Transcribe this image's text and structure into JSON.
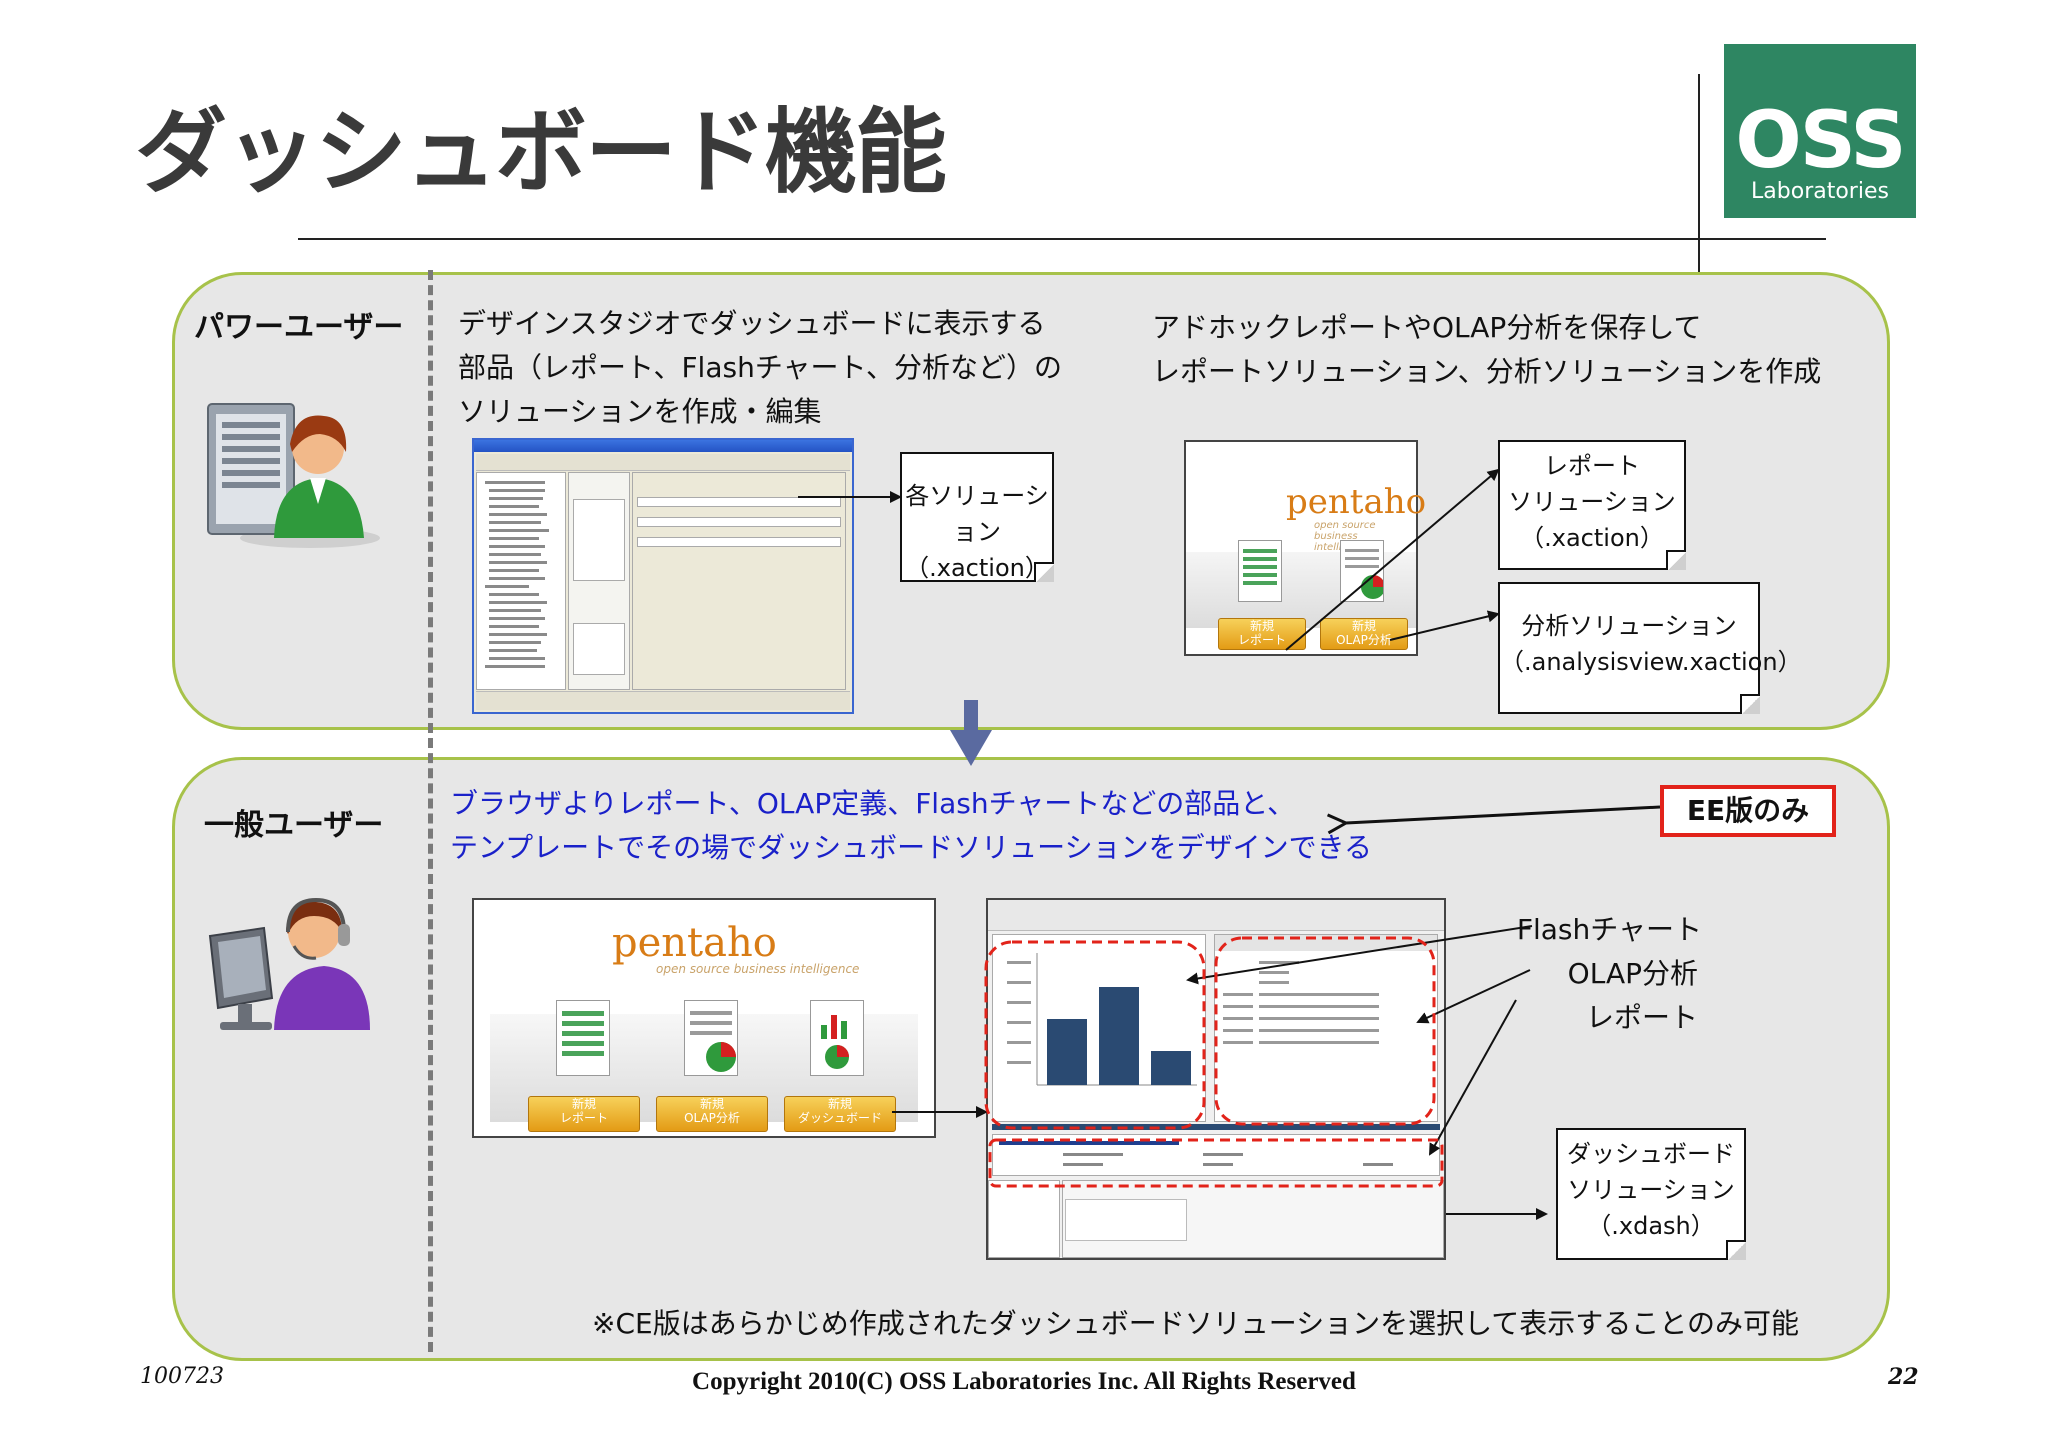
{
  "header": {
    "title": "ダッシュボード機能",
    "logo_main": "OSS",
    "logo_sub": "Laboratories"
  },
  "power_user": {
    "role": "パワーユーザー",
    "desc_left": [
      "デザインスタジオでダッシュボードに表示する",
      "部品（レポート、Flashチャート、分析など）の",
      "ソリューションを作成・編集"
    ],
    "desc_right": [
      "アドホックレポートやOLAP分析を保存して",
      "レポートソリューション、分析ソリューションを作成"
    ],
    "note_xaction": [
      "各ソリューション",
      "（.xaction）"
    ],
    "note_report": [
      "レポート",
      "ソリューション",
      "（.xaction）"
    ],
    "note_analysis": [
      "分析ソリューション",
      "（.analysisview.xaction）"
    ],
    "pentaho_logo": "pentaho",
    "pentaho_sub": "open source business intelligence",
    "btn_report": [
      "新規",
      "レポート"
    ],
    "btn_olap": [
      "新規",
      "OLAP分析"
    ]
  },
  "general_user": {
    "role": "一般ユーザー",
    "desc": [
      "ブラウザよりレポート、OLAP定義、Flashチャートなどの部品と、",
      "テンプレートでその場でダッシュボードソリューションをデザインできる"
    ],
    "ee_badge": "EE版のみ",
    "labels": [
      "Flashチャート",
      "OLAP分析",
      "レポート"
    ],
    "note_xdash": [
      "ダッシュボード",
      "ソリューション",
      "（.xdash）"
    ],
    "pentaho_logo": "pentaho",
    "pentaho_sub": "open source business intelligence",
    "btn_report": [
      "新規",
      "レポート"
    ],
    "btn_olap": [
      "新規",
      "OLAP分析"
    ],
    "btn_dashboard": [
      "新規",
      "ダッシュボード"
    ],
    "footnote": "※CE版はあらかじめ作成されたダッシュボードソリューションを選択して表示することのみ可能"
  },
  "footer": {
    "date": "100723",
    "copyright": "Copyright 2010(C) OSS Laboratories Inc. All Rights Reserved",
    "page": "22"
  },
  "colors": {
    "panel_border": "#a7c24a",
    "panel_fill": "#e7e7e7",
    "logo_bg": "#2e8662",
    "blue_text": "#1a21c9",
    "badge_red": "#e2231a"
  }
}
